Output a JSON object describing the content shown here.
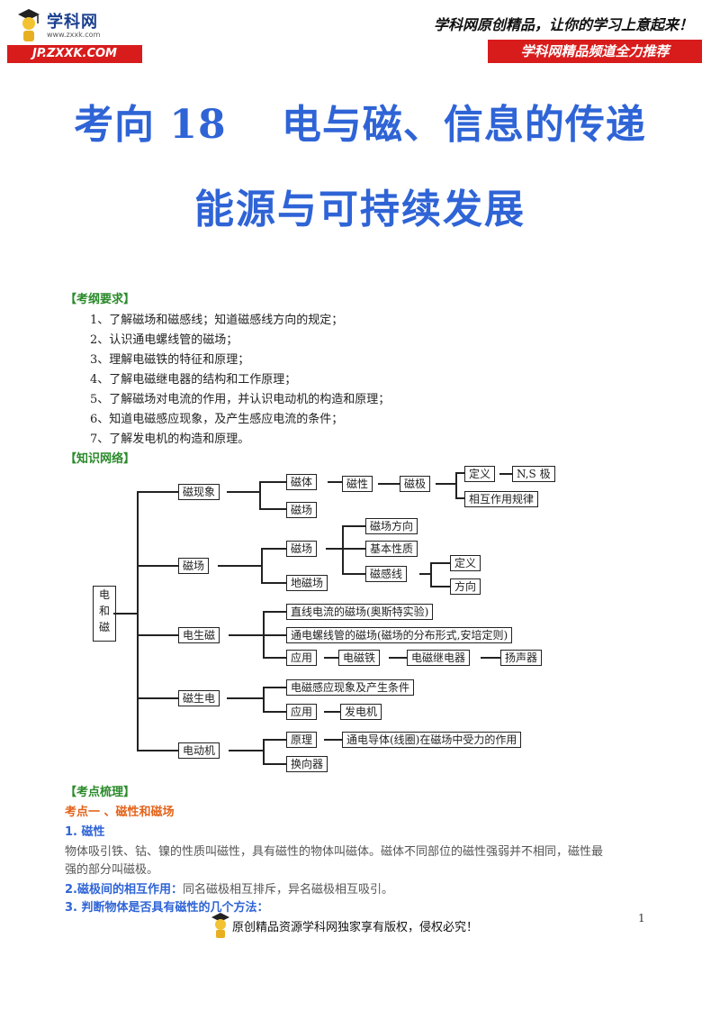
{
  "header": {
    "logo_cn": "学科网",
    "logo_sub": "www.zxxk.com",
    "logo_url": "JP.ZXXK.COM",
    "slogan": "学科网原创精品，让你的学习上意起来！",
    "banner": "学科网精品频道全力推荐"
  },
  "title": {
    "line1": "考向 18　 电与磁、信息的传递",
    "line2": "能源与可持续发展"
  },
  "requirements": {
    "heading": "【考纲要求】",
    "items": [
      "1、了解磁场和磁感线；知道磁感线方向的规定；",
      "2、认识通电螺线管的磁场；",
      "3、理解电磁铁的特征和原理；",
      "4、了解电磁继电器的结构和工作原理；",
      "5、了解磁场对电流的作用，并认识电动机的构造和原理；",
      "6、知道电磁感应现象，及产生感应电流的条件；",
      "7、了解发电机的构造和原理。"
    ]
  },
  "network": {
    "heading": "【知识网络】",
    "root": "电\n和\n磁",
    "nodes": {
      "cixianxiang": "磁现象",
      "citi": "磁体",
      "cixing": "磁性",
      "ciji": "磁极",
      "dingyi1": "定义",
      "ns": "N,S 极",
      "xianghu": "相互作用规律",
      "cichang1": "磁场",
      "cichang_top": "磁场",
      "cichang2": "磁场",
      "cichangfx": "磁场方向",
      "jiben": "基本性质",
      "ciganxian": "磁感线",
      "dingyi2": "定义",
      "fangxiang": "方向",
      "dicichang": "地磁场",
      "dianshengci": "电生磁",
      "zhixian": "直线电流的磁场(奥斯特实验)",
      "luoxian": "通电螺线管的磁场(磁场的分布形式,安培定则)",
      "yingyong1": "应用",
      "diancitie": "电磁铁",
      "jidianqi": "电磁继电器",
      "yangshengqi": "扬声器",
      "cishengdian": "磁生电",
      "ganying": "电磁感应现象及产生条件",
      "yingyong2": "应用",
      "fadianji": "发电机",
      "diandongji": "电动机",
      "yuanli": "原理",
      "shoili": "通电导体(线圈)在磁场中受力的作用",
      "huanxiangqi": "换向器"
    }
  },
  "points": {
    "heading": "【考点梳理】",
    "kaodian1": "考点一 、磁性和磁场",
    "s1_title": "1. 磁性",
    "s1_text1": "物体吸引铁、钴、镍的性质叫磁性，具有磁性的物体叫磁体。磁体不同部位的磁性强弱并不相同，磁性最",
    "s1_text2": "强的部分叫磁极。",
    "s2_title": "2.磁极间的相互作用：",
    "s2_text": "同名磁极相互排斥，异名磁极相互吸引。",
    "s3_title": "3. 判断物体是否具有磁性的几个方法："
  },
  "footer": {
    "text": "原创精品资源学科网独家享有版权，侵权必究！",
    "page": "1"
  }
}
